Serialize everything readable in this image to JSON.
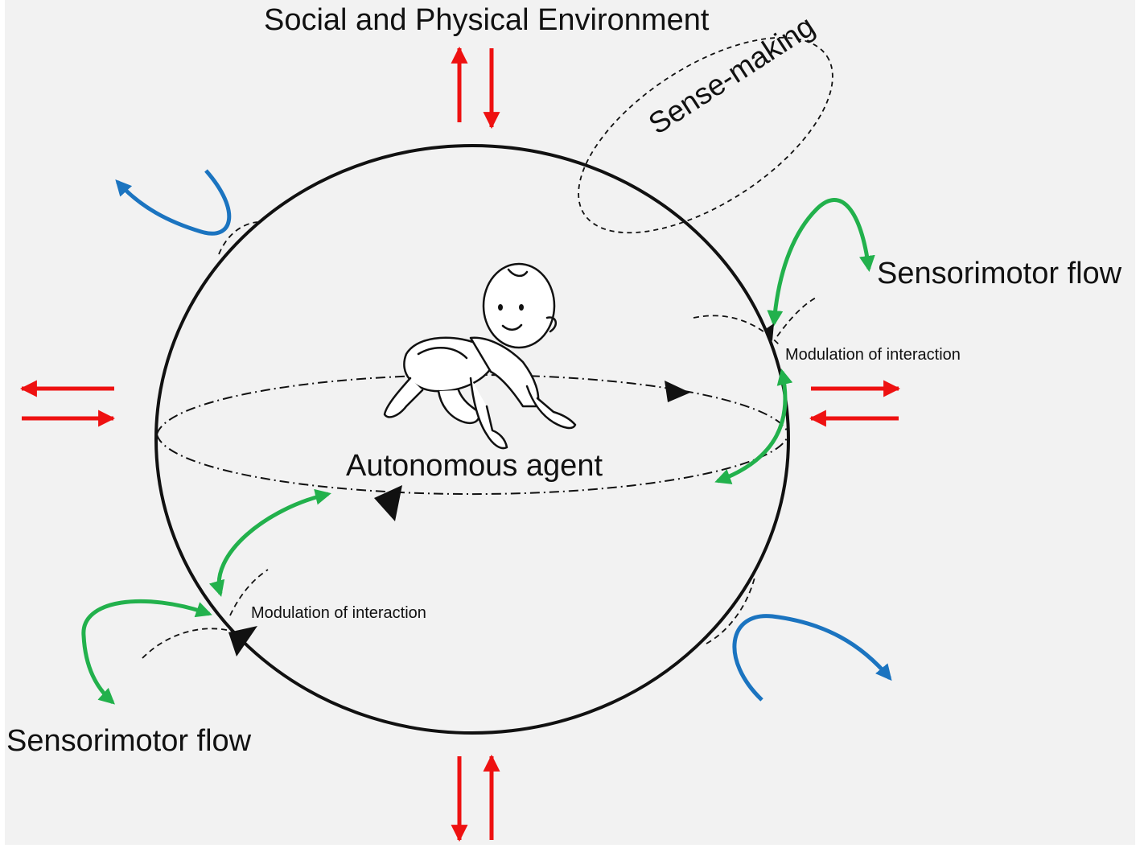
{
  "labels": {
    "title": "Social and Physical Environment",
    "agent": "Autonomous agent",
    "sense_making": "Sense-making",
    "sensorimotor_flow_right": "Sensorimotor flow",
    "sensorimotor_flow_left": "Sensorimotor flow",
    "modulation_right": "Modulation of interaction",
    "modulation_left": "Modulation of interaction"
  },
  "colors": {
    "background": "#f2f2f2",
    "exchange_arrows": "#ee1111",
    "sensorimotor_arrows": "#22b14c",
    "outer_flow_arrows": "#1b74c0",
    "outline": "#111111"
  },
  "icons": [
    "crawling-baby-illustration"
  ]
}
